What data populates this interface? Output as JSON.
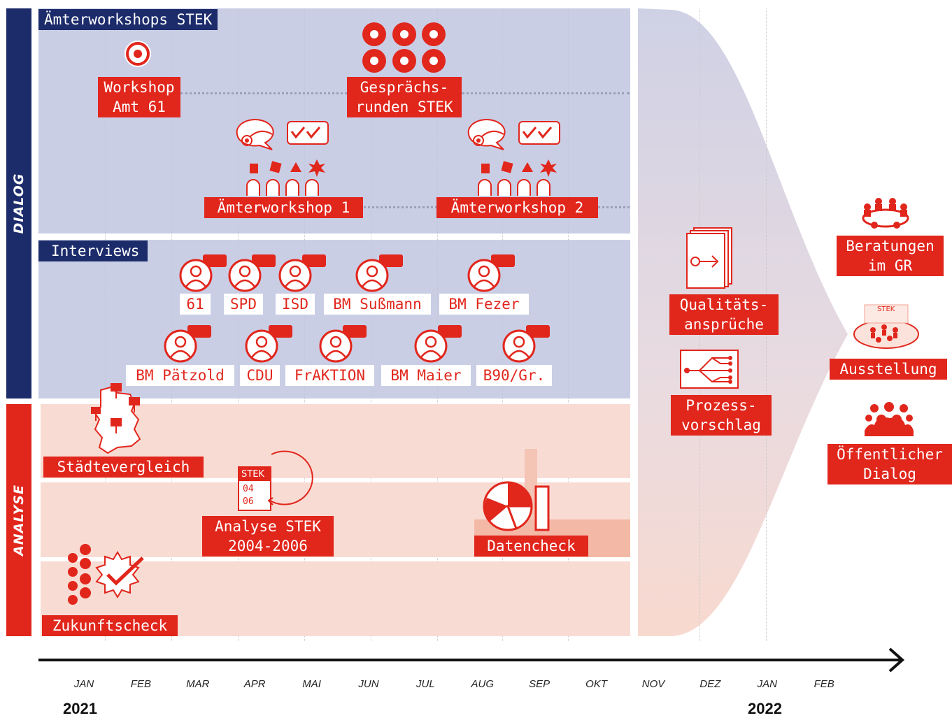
{
  "sidebars": {
    "dialog": "DIALOG",
    "analyse": "ANALYSE"
  },
  "dialog": {
    "workshops_header": "Ämterworkshops STEK",
    "workshop_amt61": "Workshop\nAmt 61",
    "gespraechsrunden": "Gesprächs-\nrunden STEK",
    "aemterworkshop1": "Ämterworkshop 1",
    "aemterworkshop2": "Ämterworkshop 2",
    "interviews_header": "Interviews",
    "interviews_row1": [
      "61",
      "SPD",
      "ISD",
      "BM Sußmann",
      "BM Fezer"
    ],
    "interviews_row2": [
      "BM Pätzold",
      "CDU",
      "FrAKTION",
      "BM Maier",
      "B90/Gr."
    ]
  },
  "analyse": {
    "staedtevergleich": "Städtevergleich",
    "analyse_stek": "Analyse STEK\n2004-2006",
    "stek_doc": {
      "title": "STEK",
      "line1": "04",
      "line2": "06"
    },
    "datencheck": "Datencheck",
    "zukunftscheck": "Zukunftscheck"
  },
  "funnel": {
    "qualitaet": "Qualitäts-\nansprüche",
    "prozess": "Prozess-\nvorschlag"
  },
  "outcomes": {
    "beratungen": "Beratungen\nim GR",
    "ausstellung": "Ausstellung",
    "ausstellung_sign": "STEK",
    "dialog": "Öffentlicher\nDialog"
  },
  "timeline": {
    "months": [
      "JAN",
      "FEB",
      "MAR",
      "APR",
      "MAI",
      "JUN",
      "JUL",
      "AUG",
      "SEP",
      "OKT",
      "NOV",
      "DEZ",
      "JAN",
      "FEB"
    ],
    "year_start": "2021",
    "year_end": "2022"
  },
  "colors": {
    "red": "#e1261c",
    "navy": "#1c2c6b",
    "lavender": "#cdd0e4",
    "salmon": "#f7d7cd"
  }
}
